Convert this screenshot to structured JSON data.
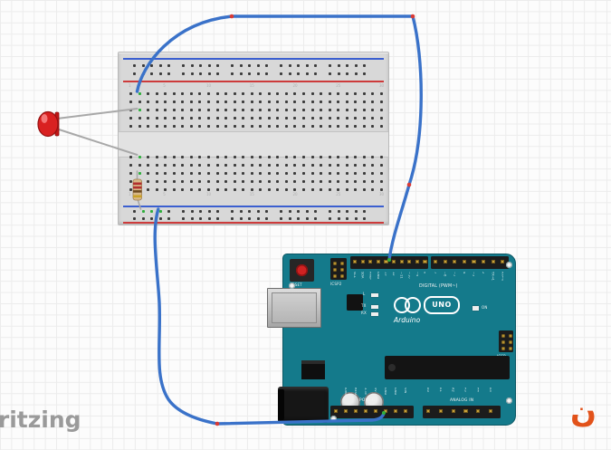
{
  "canvas": {
    "watermark": "fritzing",
    "corner_glyph": "ن"
  },
  "colors": {
    "wire_blue": "#3a72c9",
    "bend_red": "#d93a35",
    "hole_green": "#2fae3c",
    "board_teal": "#147a8b",
    "led_red": "#d92121",
    "rail_red": "#cd3b3b",
    "rail_blue": "#3b5fd0",
    "gold": "#c9a43d"
  },
  "breadboard": {
    "column_labels": [
      {
        "col": 0,
        "label": "1"
      },
      {
        "col": 4,
        "label": "5"
      },
      {
        "col": 9,
        "label": "10"
      },
      {
        "col": 14,
        "label": "15"
      },
      {
        "col": 19,
        "label": "20"
      },
      {
        "col": 24,
        "label": "25"
      },
      {
        "col": 29,
        "label": "30"
      }
    ],
    "connections": {
      "top_bank": [
        [
          0,
          1
        ],
        [
          2,
          1
        ]
      ],
      "bottom_bank": [
        [
          0,
          1
        ],
        [
          2,
          1
        ]
      ],
      "bottom_rail": [
        1,
        2,
        3
      ]
    }
  },
  "led": {
    "color": "red"
  },
  "resistor": {
    "bands": [
      "#b02f2f",
      "#b02f2f",
      "#6d4a1f",
      "#c9a227"
    ]
  },
  "arduino": {
    "labels": {
      "reset": "RESET",
      "icsp2": "ICSP2",
      "digital_caption": "DIGITAL (PWM~)",
      "led_l": "L",
      "tx": "TX",
      "rx": "RX",
      "uno": "UNO",
      "brand": "Arduino",
      "on": "ON",
      "icsp": "ICSP",
      "power_caption": "POWER",
      "analog_caption": "ANALOG IN"
    },
    "digital_pins_left": [
      "SCL",
      "SDA",
      "AREF",
      "GND",
      "13",
      "12",
      "~11",
      "~10",
      "~9",
      "8"
    ],
    "digital_pins_right": [
      "7",
      "~6",
      "~5",
      "4",
      "~3",
      "2",
      "TX→1",
      "RX←0"
    ],
    "power_pins": [
      "IOREF",
      "RESET",
      "3.3V",
      "5V",
      "GND",
      "GND",
      "VIN"
    ],
    "analog_pins": [
      "A0",
      "A1",
      "A2",
      "A3",
      "A4",
      "A5"
    ]
  }
}
